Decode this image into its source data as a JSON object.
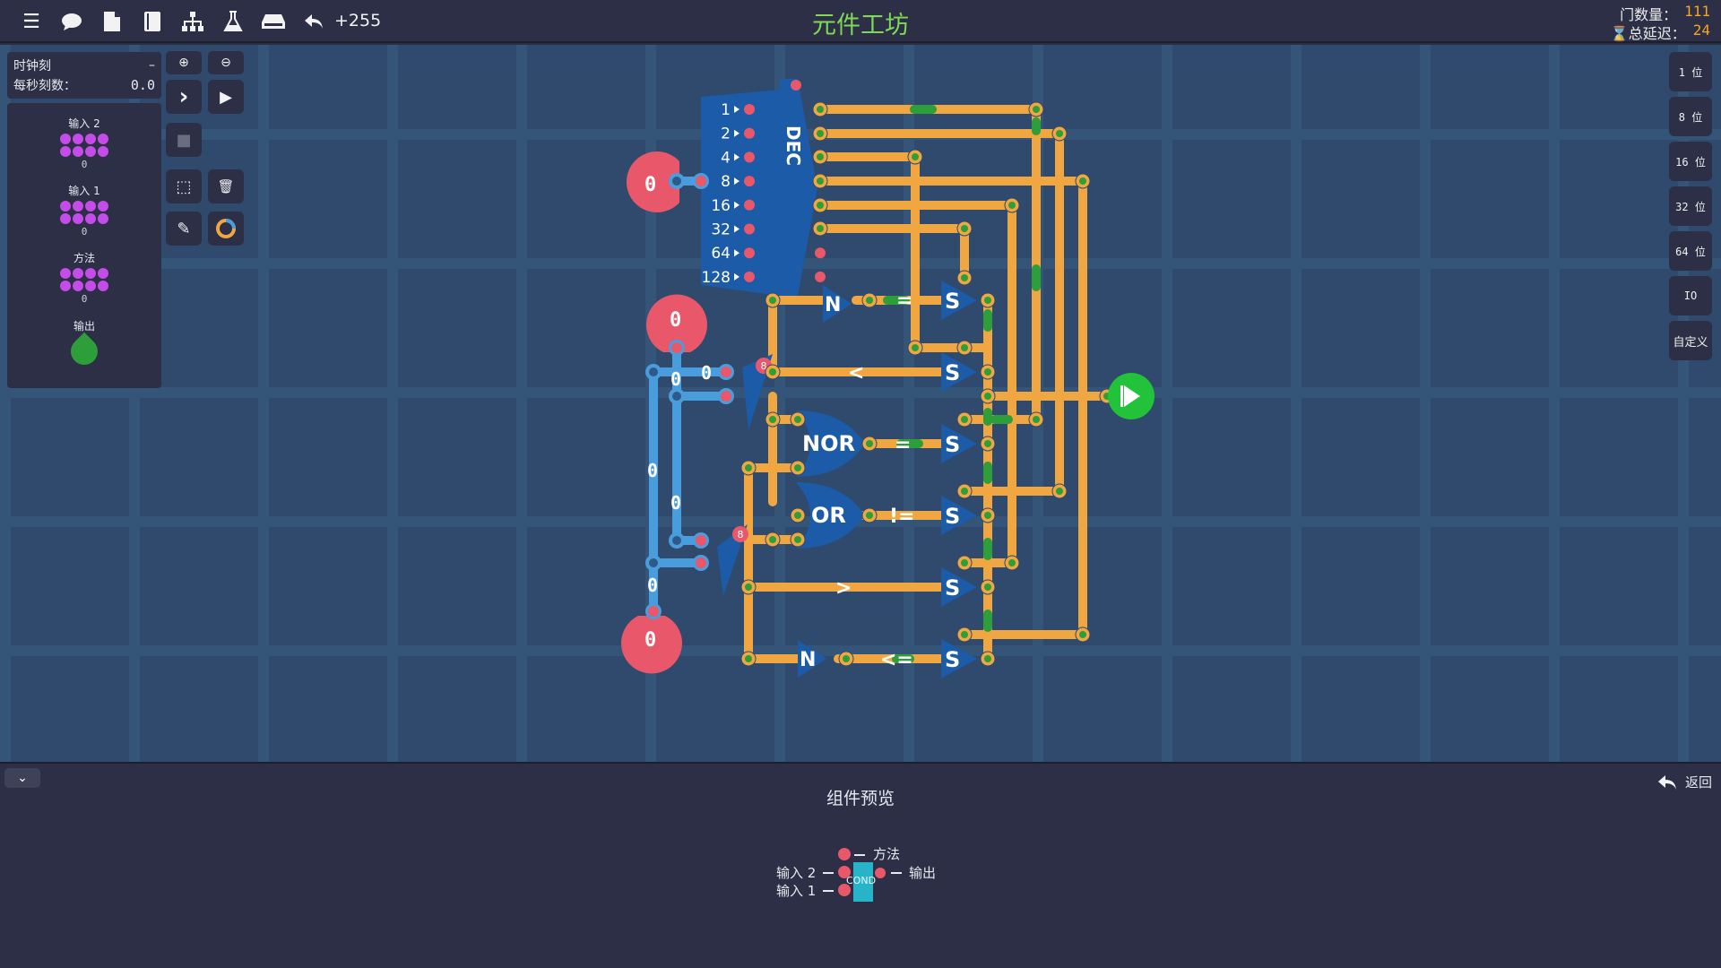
{
  "topbar": {
    "icons": [
      "menu-icon",
      "chat-icon",
      "file-icon",
      "book-icon",
      "hierarchy-icon",
      "flask-icon",
      "drive-icon",
      "undo-icon"
    ],
    "undo_count": "+255",
    "title": "元件工坊",
    "gate_count_label": "门数量：",
    "gate_count": "111",
    "delay_label": "⌛总延迟：",
    "delay": "24"
  },
  "clock": {
    "label": "时钟刻",
    "collapse": "–",
    "tps_label": "每秒刻数：",
    "tps": "0.0"
  },
  "pins": {
    "input2": "输入 2",
    "input2_val": "0",
    "input1": "输入 1",
    "input1_val": "0",
    "method": "方法",
    "method_val": "0",
    "output": "输出"
  },
  "toolbar": {
    "zoom_in": "⊕",
    "zoom_out": "⊖",
    "step": "›",
    "play": "▶",
    "stop": "■",
    "select": "⬚",
    "delete": "🗑",
    "pencil": "✎",
    "color": "◯"
  },
  "bit_buttons": [
    "1 位",
    "8 位",
    "16 位",
    "32 位",
    "64 位",
    "IO",
    "自定义"
  ],
  "circuit": {
    "input_value": "0",
    "dec_label": "DEC",
    "dec_bits": [
      "1",
      "2",
      "4",
      "8",
      "16",
      "32",
      "64",
      "128"
    ],
    "gate_nor": "NOR",
    "gate_or": "OR",
    "gate_not": "N",
    "switch": "S",
    "ops": [
      "=",
      "<",
      "=",
      "!=",
      ">",
      "<="
    ],
    "neg_badge": "8",
    "bus_vals": [
      "0",
      "0",
      "0",
      "0",
      "0",
      "0"
    ]
  },
  "bottom": {
    "title": "组件预览",
    "back": "返回",
    "chip": "COND",
    "pv_method": "方法",
    "pv_input2": "输入 2",
    "pv_input1": "输入 1",
    "pv_output": "输出"
  },
  "colors": {
    "wire_orange": "#f0a742",
    "wire_blue": "#4a9ddc",
    "gate_blue": "#1c5ba8",
    "pin_red": "#e8586a",
    "output_green": "#22c23a"
  }
}
